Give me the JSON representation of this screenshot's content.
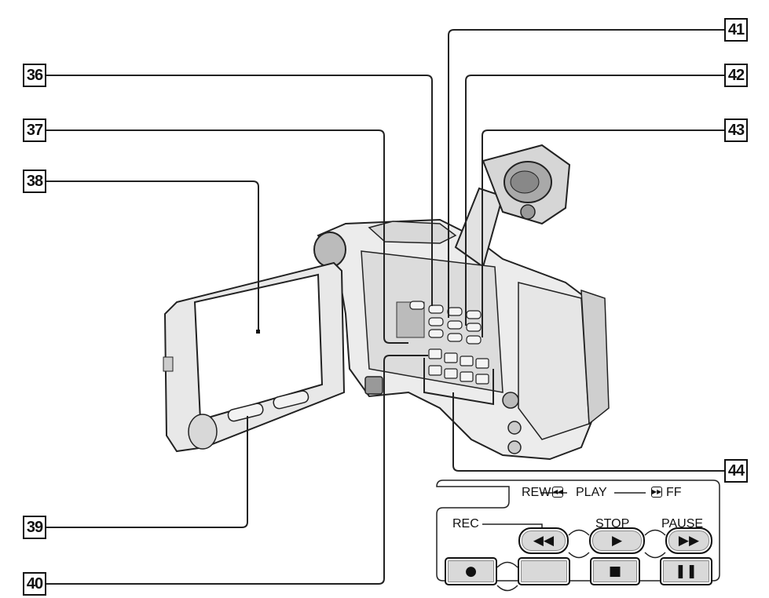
{
  "callouts": [
    {
      "num": "36"
    },
    {
      "num": "37"
    },
    {
      "num": "38"
    },
    {
      "num": "39"
    },
    {
      "num": "40"
    },
    {
      "num": "41"
    },
    {
      "num": "42"
    },
    {
      "num": "43"
    },
    {
      "num": "44"
    }
  ],
  "control_panel": {
    "rew_label": "REW",
    "play_label": "PLAY",
    "ff_label": "FF",
    "rec_label": "REC",
    "stop_label": "STOP",
    "pause_label": "PAUSE",
    "rew_small_icon": "rewind-small-icon",
    "ff_small_icon": "fast-forward-small-icon",
    "rew_icon": "rewind-icon",
    "play_icon": "play-icon",
    "ff_icon": "fast-forward-icon",
    "rec_icon": "record-dot-icon",
    "stop_icon": "stop-square-icon",
    "pause_icon": "pause-icon"
  }
}
